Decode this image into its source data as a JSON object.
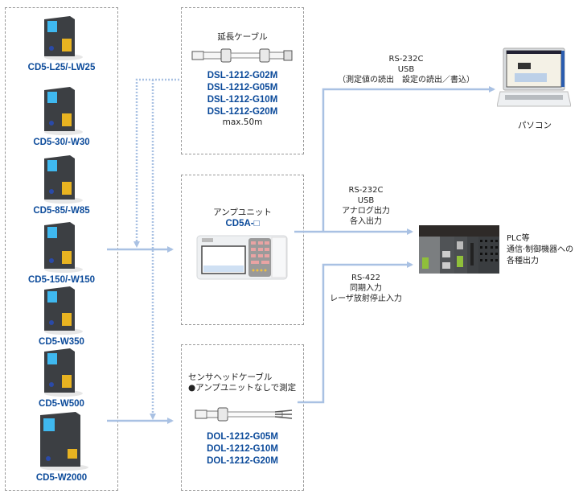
{
  "sensors": [
    {
      "model": "CD5-L25/-LW25"
    },
    {
      "model": "CD5-30/-W30"
    },
    {
      "model": "CD5-85/-W85"
    },
    {
      "model": "CD5-150/-W150"
    },
    {
      "model": "CD5-W350"
    },
    {
      "model": "CD5-W500"
    },
    {
      "model": "CD5-W2000"
    }
  ],
  "extension_cable": {
    "title": "延長ケーブル",
    "models": [
      "DSL-1212-G02M",
      "DSL-1212-G05M",
      "DSL-1212-G10M",
      "DSL-1212-G20M"
    ],
    "note": "max.50m"
  },
  "amp_unit": {
    "title": "アンプユニット",
    "model": "CD5A-□"
  },
  "head_cable": {
    "title": "センサヘッドケーブル",
    "note": "●アンプユニットなしで測定",
    "models": [
      "DOL-1212-G05M",
      "DOL-1212-G10M",
      "DOL-1212-G20M"
    ]
  },
  "pc_link": {
    "lines": [
      "RS-232C",
      "USB",
      "（測定値の読出　設定の読出／書込）"
    ]
  },
  "pc": {
    "label": "パソコン"
  },
  "amp_to_plc": {
    "lines": [
      "RS-232C",
      "USB",
      "アナログ出力",
      "各入出力"
    ]
  },
  "head_to_plc": {
    "lines": [
      "RS-422",
      "同期入力",
      "レーザ放射停止入力"
    ]
  },
  "plc": {
    "lines": [
      "PLC等",
      "通信·制御機器への",
      "各種出力"
    ]
  },
  "colors": {
    "model_text": "#0b4a9a",
    "connector": "#a9c1e3",
    "panel_border": "#9a9a9a"
  }
}
